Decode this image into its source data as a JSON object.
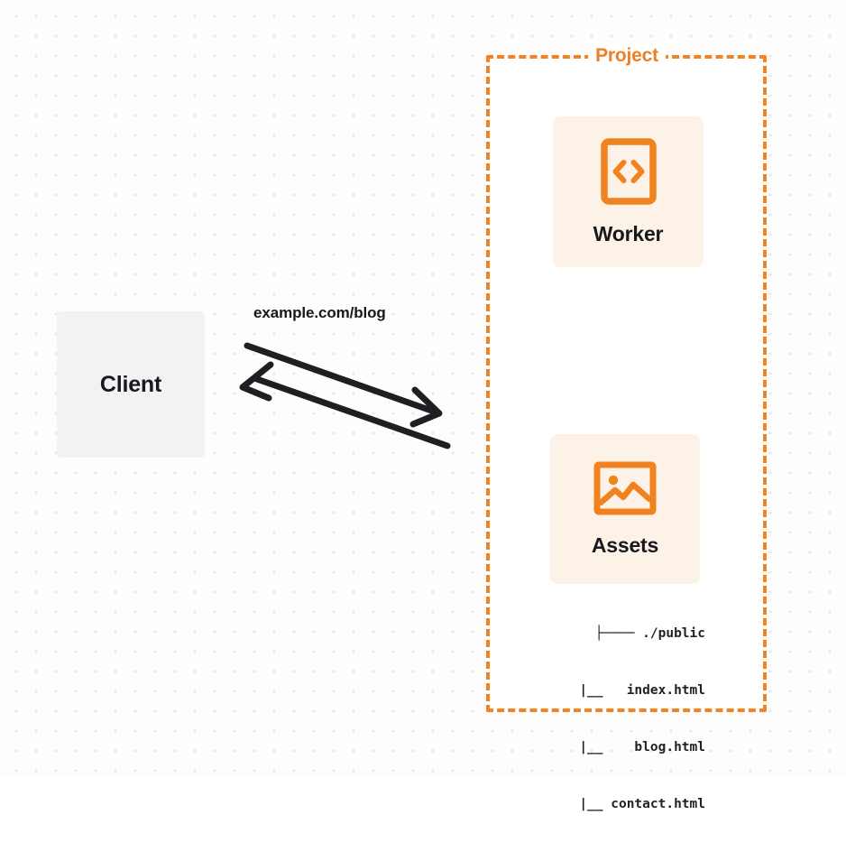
{
  "diagram": {
    "type": "architecture-flow",
    "background": {
      "style": "dot-grid",
      "dot_color": "#e7e7e7",
      "canvas_color": "#fdfdfd"
    },
    "colors": {
      "accent_orange": "#f4821f",
      "label_orange": "#ee7f24",
      "card_fill": "#fdf2e7",
      "client_fill": "#f1f2f3",
      "text_dark": "#17191c",
      "arrow_stroke": "#1d1f22"
    },
    "nodes": {
      "client": {
        "title": "Client",
        "icon": "client-box"
      },
      "worker": {
        "title": "Worker",
        "icon": "code-brackets-icon"
      },
      "assets": {
        "title": "Assets",
        "icon": "image-icon"
      }
    },
    "boundary": {
      "label": "Project",
      "style": "dashed"
    },
    "connection": {
      "label": "example.com/blog",
      "direction": "bidirectional",
      "from": "Client",
      "to": "Project"
    },
    "file_tree": {
      "root": "./public",
      "entries": [
        "index.html",
        "blog.html",
        "contact.html"
      ],
      "rows": [
        "├──── ./public",
        "|__   index.html",
        "|__    blog.html",
        "|__ contact.html"
      ]
    }
  }
}
